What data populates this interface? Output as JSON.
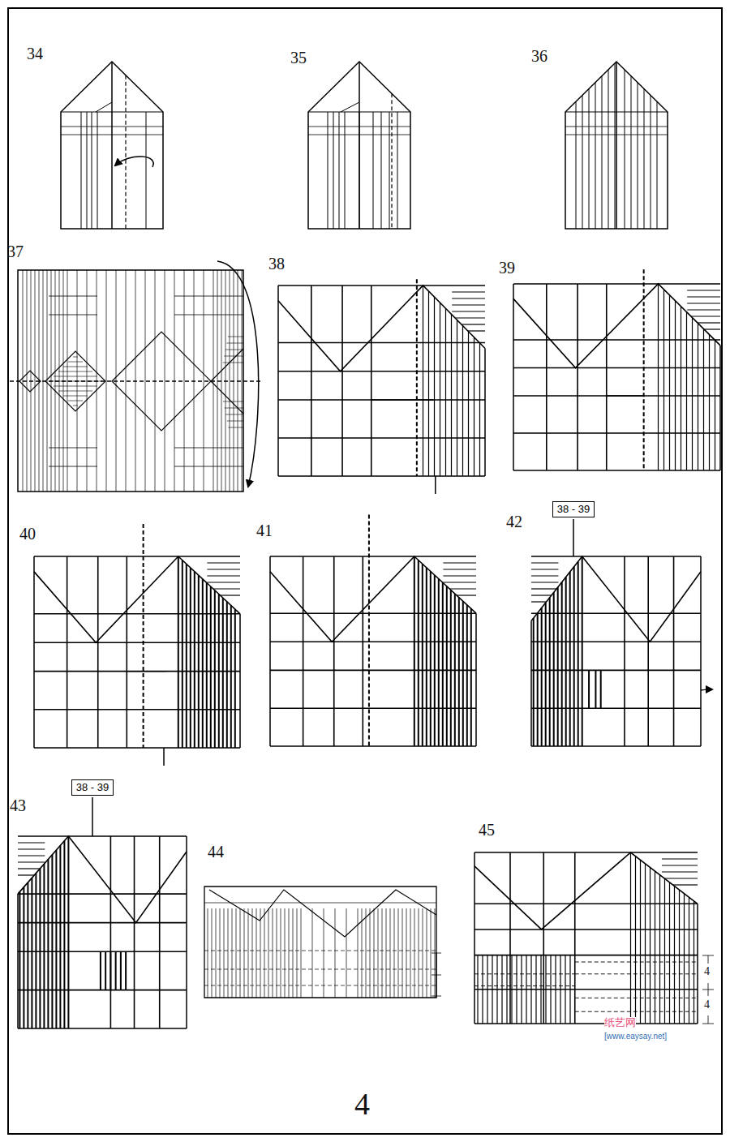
{
  "diagram": {
    "nodes": [
      {
        "text": [
          "38 - 39"
        ]
      },
      {
        "text": [
          "38 - 39"
        ]
      }
    ],
    "labels": [
      "34",
      "35",
      "36",
      "37",
      "38",
      "39",
      "40",
      "41",
      "42",
      "43",
      "44",
      "45",
      "4",
      "4",
      "4",
      "纸艺网",
      "[www.eaysay.net]"
    ]
  }
}
